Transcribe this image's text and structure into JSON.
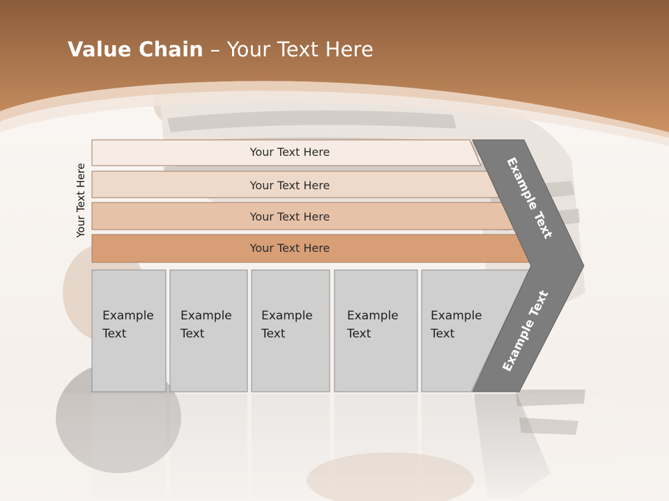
{
  "slide": {
    "title_bold": "Value Chain",
    "title_rest": " – Your Text Here"
  },
  "diagram": {
    "side_label": "Your Text Here",
    "rows": [
      "Your Text Here",
      "Your Text Here",
      "Your Text Here",
      "Your Text Here"
    ],
    "boxes": [
      [
        "Example",
        "Text"
      ],
      [
        "Example",
        "Text"
      ],
      [
        "Example",
        "Text"
      ],
      [
        "Example",
        "Text"
      ],
      [
        "Example",
        "Text"
      ]
    ],
    "chevron_top": "Example Text",
    "chevron_bottom": "Example Text"
  },
  "colors": {
    "header_dark": "#8a5a3a",
    "header_light": "#c98d5e",
    "row_fills": [
      "#f6ece5",
      "#eedacb",
      "#e6c3a8",
      "#d89f77"
    ],
    "box_fill": "#cfcfcf",
    "chevron_fill": "#7d7d7d"
  }
}
